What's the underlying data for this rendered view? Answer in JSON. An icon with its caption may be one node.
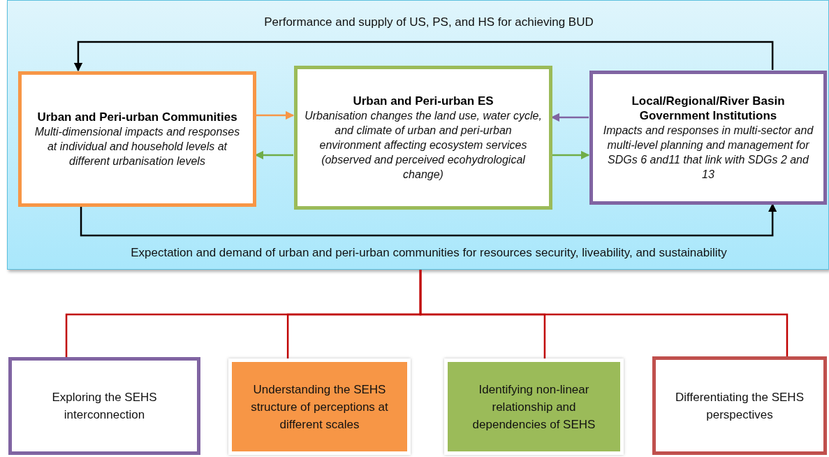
{
  "diagram": {
    "nodes": [
      {
        "text": [],
        "shape": "box"
      },
      {
        "text": [
          "Urban and Peri-urban Communities",
          "Multi-dimensional impacts and responses at individual and household levels at different urbanisation levels"
        ],
        "in": 0
      },
      {
        "text": [
          "Urban and Peri-urban ES",
          "Urbanisation changes the land use, water cycle, and climate of urban and peri-urban environment affecting ecosystem services (observed and perceived ecohydrological change)"
        ],
        "in": 0
      },
      {
        "text": [
          "Local/Regional/River Basin Government Institutions",
          "Impacts and responses in multi-sector and multi-level planning and management for SDGs 6 and11 that link with SDGs 2 and 13"
        ],
        "in": 0
      },
      {
        "text": [
          "Exploring the SEHS interconnection"
        ]
      },
      {
        "text": [
          "Understanding the SEHS structure of perceptions at different scales"
        ]
      },
      {
        "text": [
          "Identifying non-linear relationship and dependencies of SEHS"
        ]
      },
      {
        "text": [
          "Differentiating the SEHS perspectives"
        ]
      }
    ],
    "edges": [
      {
        "from": 3,
        "to": 1,
        "arrow": "to",
        "label": "Performance and supply of US, PS, and HS for achieving BUD",
        "color": "#000000"
      },
      {
        "from": 1,
        "to": 2,
        "arrow": "to",
        "color": "#f79646"
      },
      {
        "from": 2,
        "to": 1,
        "arrow": "to",
        "color": "#70ad47"
      },
      {
        "from": 3,
        "to": 2,
        "arrow": "to",
        "color": "#8064a2"
      },
      {
        "from": 2,
        "to": 3,
        "arrow": "to",
        "color": "#70ad47"
      },
      {
        "from": 1,
        "to": 3,
        "arrow": "to",
        "label": "Expectation and demand of urban and peri-urban communities for resources security, liveability, and sustainability",
        "color": "#000000"
      },
      {
        "from": 0,
        "to": 4,
        "arrow": "none",
        "color": "#c00000"
      },
      {
        "from": 0,
        "to": 5,
        "arrow": "none",
        "color": "#c00000"
      },
      {
        "from": 0,
        "to": 6,
        "arrow": "none",
        "color": "#c00000"
      },
      {
        "from": 0,
        "to": 7,
        "arrow": "none",
        "color": "#c00000"
      }
    ]
  }
}
